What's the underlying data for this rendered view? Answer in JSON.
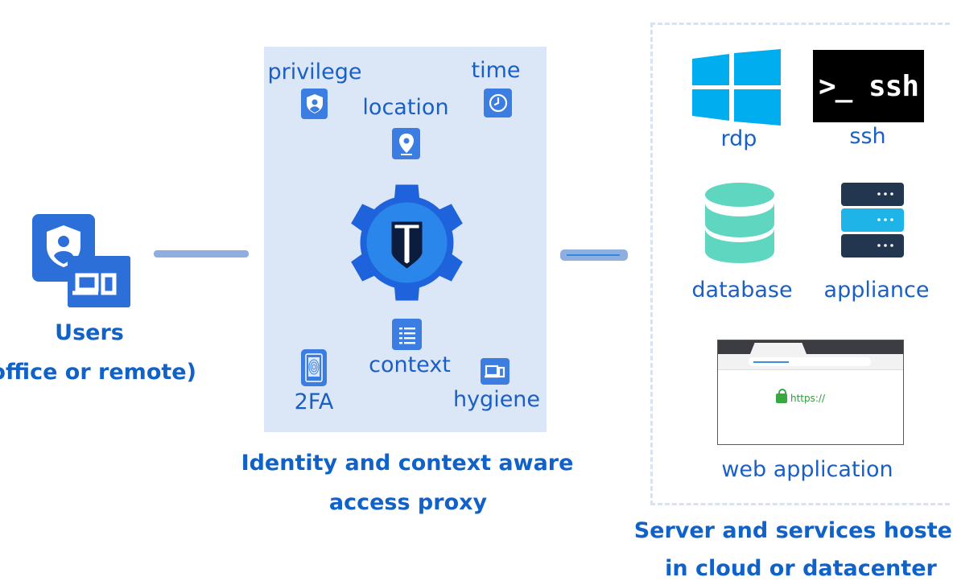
{
  "users": {
    "label": "Users",
    "sublabel": "(office or remote)"
  },
  "proxy": {
    "caption_line1": "Identity and context aware",
    "caption_line2": "access proxy",
    "privilege": "privilege",
    "time": "time",
    "location": "location",
    "context": "context",
    "twofa": "2FA",
    "hygiene": "hygiene",
    "logo_letter": "T"
  },
  "services": {
    "rdp": "rdp",
    "ssh": "ssh",
    "ssh_tile_text": ">_ ssh",
    "database": "database",
    "appliance": "appliance",
    "web_application": "web application",
    "browser_url_text": "https://",
    "caption_line1": "Server and services hosted",
    "caption_line2": "in cloud or datacenter"
  },
  "colors": {
    "panel": "#dbe6f7",
    "text": "#1a5fc4",
    "icon_blue": "#3b7de0",
    "gear_blue": "#1f63dc",
    "windows_blue": "#00adef",
    "database_teal": "#5fd6c0",
    "appliance_dark": "#22374f",
    "appliance_light": "#1fb4e8"
  }
}
